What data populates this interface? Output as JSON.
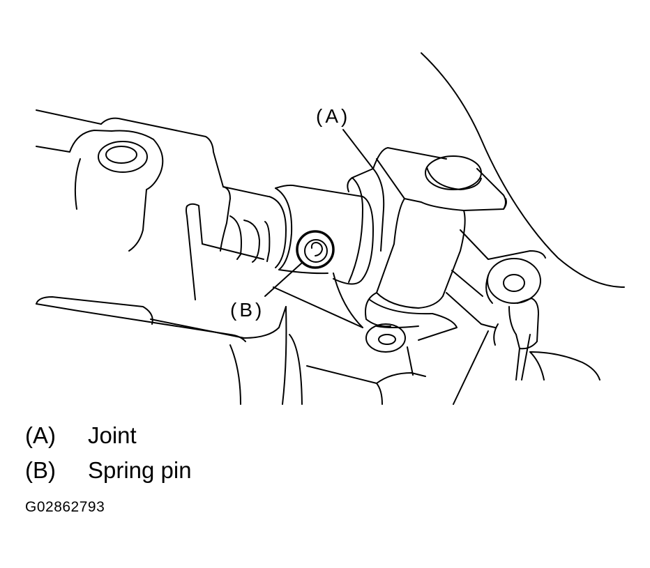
{
  "callouts": {
    "a": "(A)",
    "b": "(B)"
  },
  "legend": [
    {
      "key": "(A)",
      "label": "Joint"
    },
    {
      "key": "(B)",
      "label": "Spring pin"
    }
  ],
  "figure_id": "G02862793",
  "colors": {
    "ink": "#000000",
    "background": "#ffffff"
  }
}
